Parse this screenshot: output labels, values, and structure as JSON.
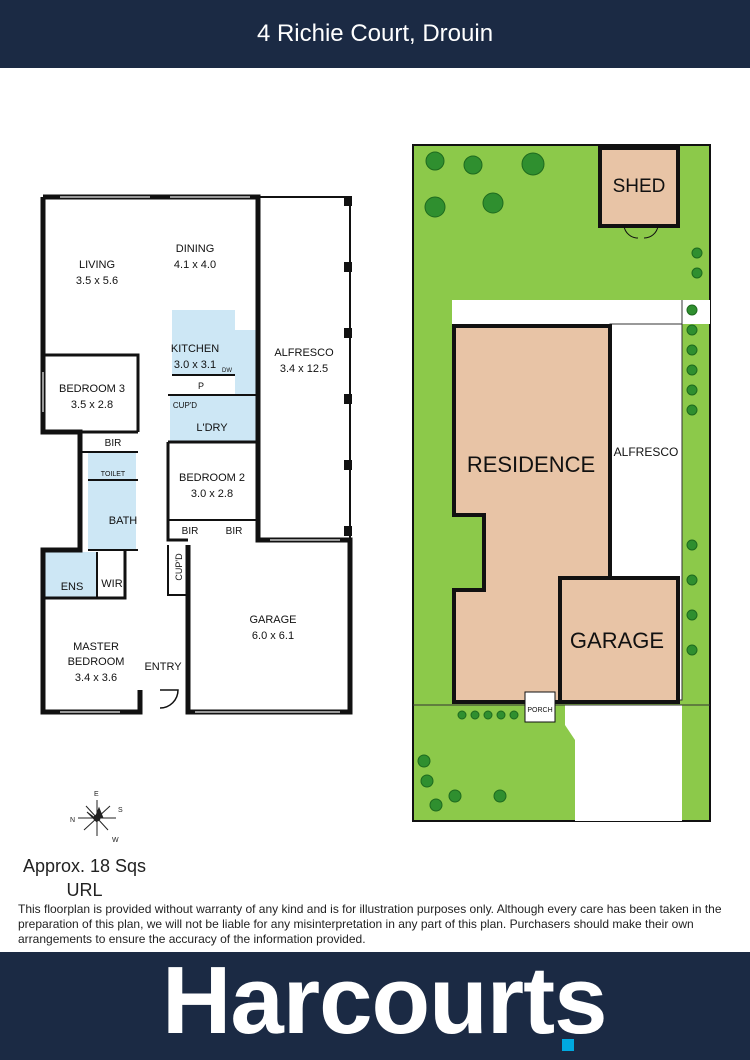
{
  "header": {
    "title": "4 Richie Court, Drouin"
  },
  "floorplan": {
    "rooms": {
      "living": {
        "name": "LIVING",
        "dims": "3.5 x 5.6"
      },
      "dining": {
        "name": "DINING",
        "dims": "4.1 x 4.0"
      },
      "kitchen": {
        "name": "KITCHEN",
        "dims": "3.0 x 3.1"
      },
      "alfresco": {
        "name": "ALFRESCO",
        "dims": "3.4 x 12.5"
      },
      "bedroom3": {
        "name": "BEDROOM 3",
        "dims": "3.5 x 2.8"
      },
      "bedroom2": {
        "name": "BEDROOM 2",
        "dims": "3.0 x 2.8"
      },
      "garage": {
        "name": "GARAGE",
        "dims": "6.0 x 6.1"
      },
      "master": {
        "name1": "MASTER",
        "name2": "BEDROOM",
        "dims": "3.4 x 3.6"
      }
    },
    "small_labels": {
      "bir": "BIR",
      "toilet": "TOILET",
      "bath": "BATH",
      "ens": "ENS",
      "wir": "WIR",
      "laundry": "L'DRY",
      "cupboard": "CUP'D",
      "pantry": "P",
      "dishwasher": "DW",
      "entry": "ENTRY"
    },
    "compass": {
      "n": "N",
      "e": "E",
      "s": "S",
      "w": "W"
    }
  },
  "siteplan": {
    "shed": "SHED",
    "residence": "RESIDENCE",
    "alfresco": "ALFRESCO",
    "garage": "GARAGE",
    "porch": "PORCH"
  },
  "area": {
    "line1": "Approx. 18 Sqs",
    "line2": "URL"
  },
  "disclaimer": "This floorplan is provided without warranty of any kind and is for illustration purposes only. Although every care has been taken in the preparation of this plan, we will not be liable for any misinterpretation in any part of this plan. Purchasers should make their own arrangements to ensure the accuracy of the information provided.",
  "footer": {
    "logo_text": "Harcourts"
  },
  "colors": {
    "header_bg": "#1b2a44",
    "wet_area": "#cde7f5",
    "lawn": "#8cc94a",
    "building": "#e8c4a6",
    "brand_accent": "#00a9e0"
  }
}
